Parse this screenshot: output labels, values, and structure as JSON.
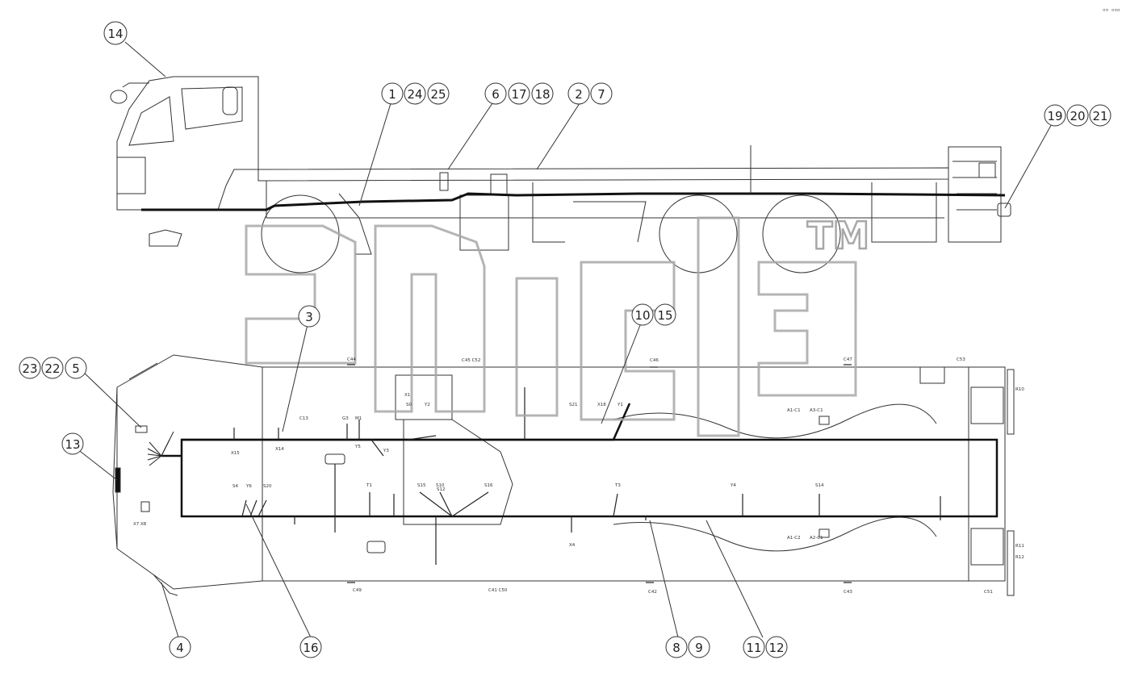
{
  "diagram": {
    "watermark": {
      "tm": "TM"
    },
    "corner_mark": "▫▫ ▫▫▫",
    "callouts": [
      {
        "id": "c14",
        "numbers": [
          "14"
        ]
      },
      {
        "id": "c1-24-25",
        "numbers": [
          "1",
          "24",
          "25"
        ]
      },
      {
        "id": "c6-17-18",
        "numbers": [
          "6",
          "17",
          "18"
        ]
      },
      {
        "id": "c2-7",
        "numbers": [
          "2",
          "7"
        ]
      },
      {
        "id": "c19-20-21",
        "numbers": [
          "19",
          "20",
          "21"
        ]
      },
      {
        "id": "c3",
        "numbers": [
          "3"
        ]
      },
      {
        "id": "c10-15",
        "numbers": [
          "10",
          "15"
        ]
      },
      {
        "id": "c23-22-5",
        "numbers": [
          "23",
          "22",
          "5"
        ]
      },
      {
        "id": "c13",
        "numbers": [
          "13"
        ]
      },
      {
        "id": "c4",
        "numbers": [
          "4"
        ]
      },
      {
        "id": "c16",
        "numbers": [
          "16"
        ]
      },
      {
        "id": "c8-9",
        "numbers": [
          "8",
          "9"
        ]
      },
      {
        "id": "c11-12",
        "numbers": [
          "11",
          "12"
        ]
      }
    ],
    "top_labels": [
      {
        "text": "C44"
      },
      {
        "text": "C45 C52"
      },
      {
        "text": "C46"
      },
      {
        "text": "C47"
      },
      {
        "text": "C53"
      },
      {
        "text": "S21"
      },
      {
        "text": "X18"
      },
      {
        "text": "Y1"
      },
      {
        "text": "X1"
      },
      {
        "text": "Y2"
      },
      {
        "text": "G3"
      },
      {
        "text": "M1"
      },
      {
        "text": "Y5"
      },
      {
        "text": "Y3"
      },
      {
        "text": "S0"
      },
      {
        "text": "A1-C1"
      },
      {
        "text": "A3-C1"
      }
    ],
    "bottom_labels": [
      {
        "text": "C49"
      },
      {
        "text": "C41 C50"
      },
      {
        "text": "C42"
      },
      {
        "text": "C43"
      },
      {
        "text": "C51"
      },
      {
        "text": "X15"
      },
      {
        "text": "S4"
      },
      {
        "text": "S20"
      },
      {
        "text": "X14"
      },
      {
        "text": "S15"
      },
      {
        "text": "S10"
      },
      {
        "text": "S12"
      },
      {
        "text": "S16"
      },
      {
        "text": "T1"
      },
      {
        "text": "T3"
      },
      {
        "text": "S14"
      },
      {
        "text": "X4"
      },
      {
        "text": "A1-C2"
      },
      {
        "text": "A2-C1"
      },
      {
        "text": "R11"
      },
      {
        "text": "R12"
      },
      {
        "text": "R10"
      },
      {
        "text": "X7 X8"
      },
      {
        "text": "Y4"
      },
      {
        "text": "Y6"
      },
      {
        "text": "C13"
      }
    ]
  }
}
